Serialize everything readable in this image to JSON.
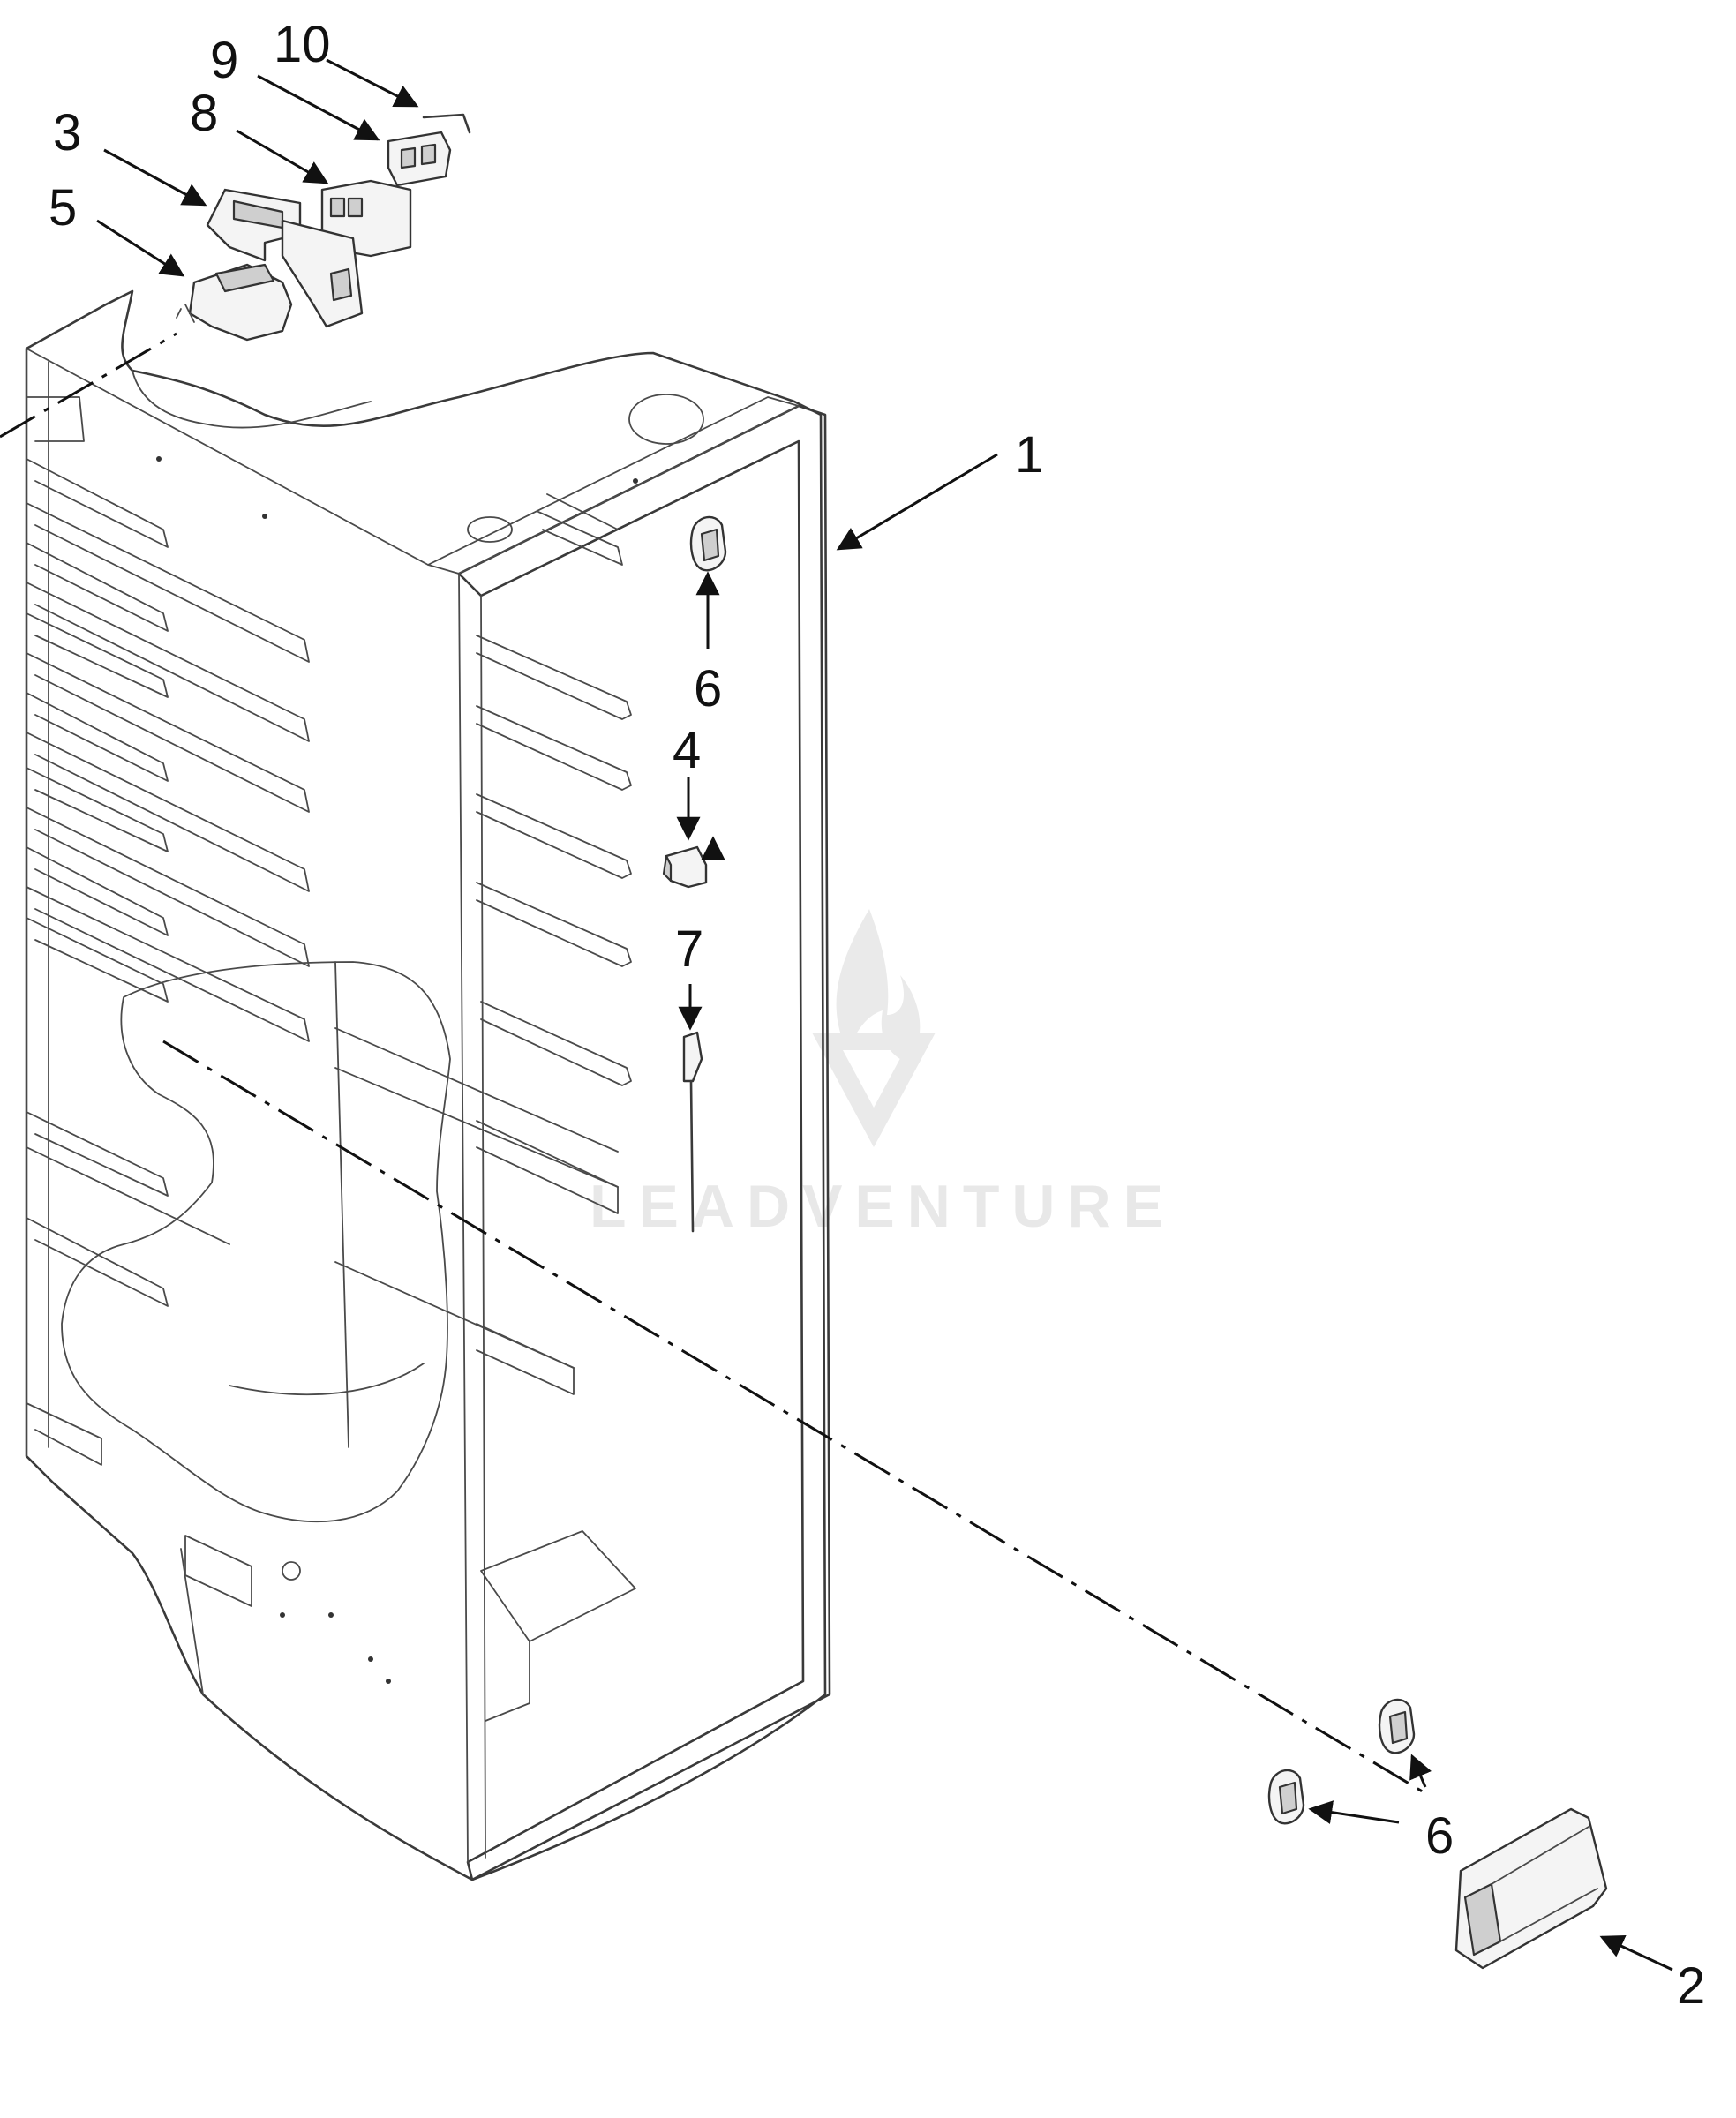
{
  "callouts": [
    {
      "id": "1",
      "label": "1"
    },
    {
      "id": "2",
      "label": "2"
    },
    {
      "id": "3",
      "label": "3"
    },
    {
      "id": "4",
      "label": "4"
    },
    {
      "id": "5",
      "label": "5"
    },
    {
      "id": "6a",
      "label": "6"
    },
    {
      "id": "6b",
      "label": "6"
    },
    {
      "id": "7",
      "label": "7"
    },
    {
      "id": "8",
      "label": "8"
    },
    {
      "id": "9",
      "label": "9"
    },
    {
      "id": "10",
      "label": "10"
    }
  ],
  "watermark": {
    "text": "LEADVENTURE"
  }
}
